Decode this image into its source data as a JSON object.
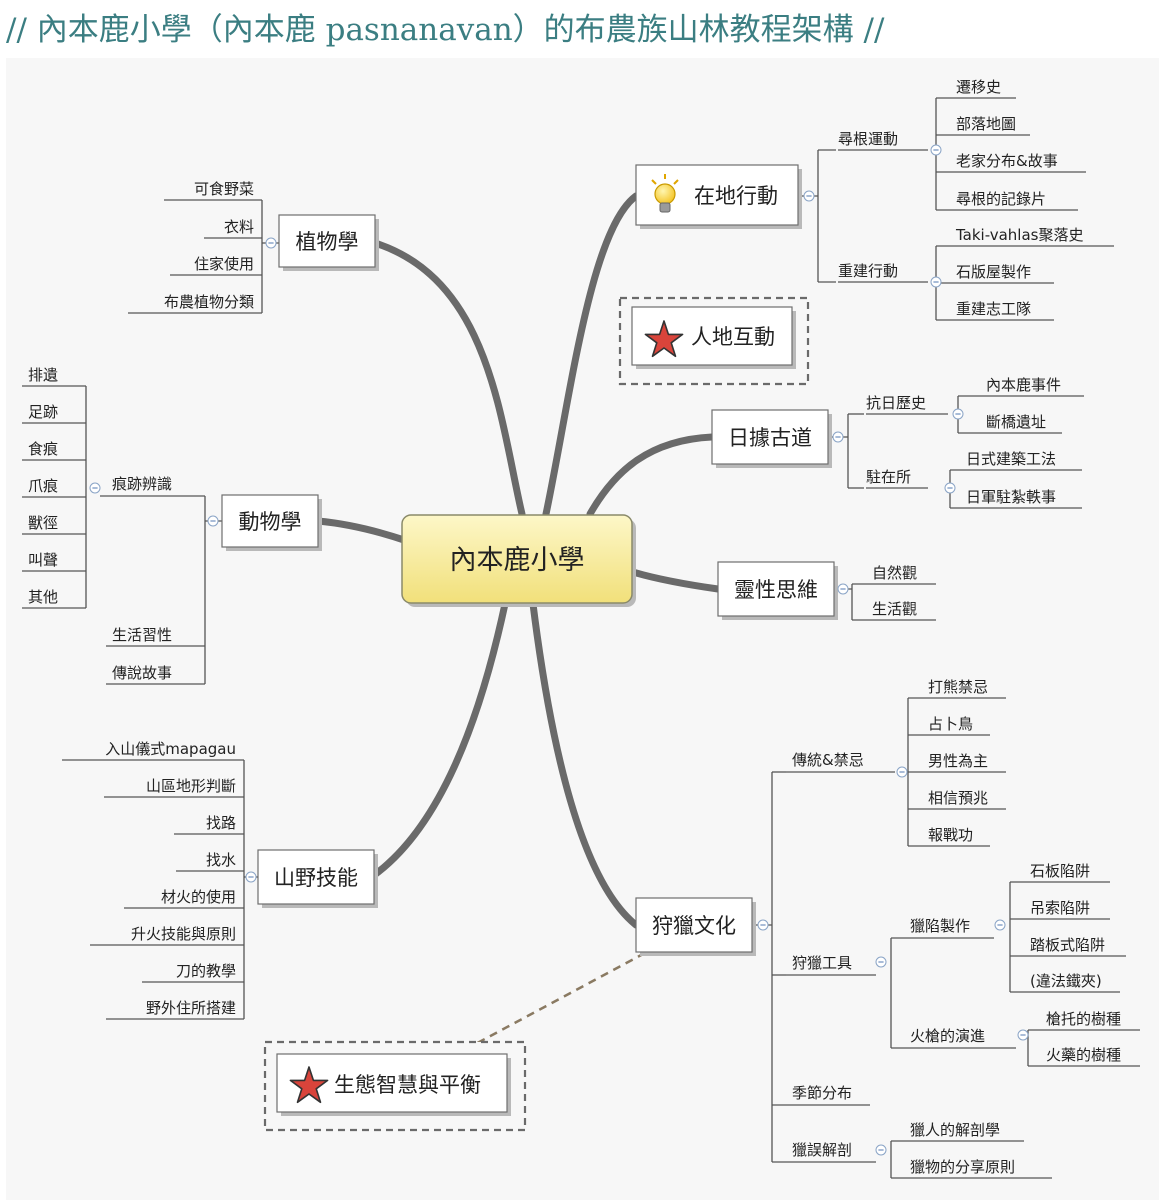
{
  "title": "// 內本鹿小學（內本鹿 pasnanavan）的布農族山林教程架構 //",
  "center": {
    "label": "內本鹿小學"
  },
  "branches": {
    "local_action": {
      "label": "在地行動",
      "icon": "lightbulb-icon",
      "groups": [
        {
          "label": "尋根運動",
          "items": [
            "遷移史",
            "部落地圖",
            "老家分布&故事",
            "尋根的記錄片"
          ]
        },
        {
          "label": "重建行動",
          "items": [
            "Taki-vahlas聚落史",
            "石版屋製作",
            "重建志工隊"
          ]
        }
      ]
    },
    "human_land": {
      "label": "人地互動",
      "icon": "star-icon"
    },
    "japanese_road": {
      "label": "日據古道",
      "groups": [
        {
          "label": "抗日歷史",
          "items": [
            "內本鹿事件",
            "斷橋遺址"
          ]
        },
        {
          "label": "駐在所",
          "items": [
            "日式建築工法",
            "日軍駐紮軼事"
          ]
        }
      ]
    },
    "spiritual": {
      "label": "靈性思維",
      "items": [
        "自然觀",
        "生活觀"
      ]
    },
    "hunting": {
      "label": "狩獵文化",
      "tradition": {
        "label": "傳統&禁忌",
        "items": [
          "打熊禁忌",
          "占卜鳥",
          "男性為主",
          "相信預兆",
          "報戰功"
        ]
      },
      "tools": {
        "label": "狩獵工具",
        "traps": {
          "label": "獵陷製作",
          "items": [
            "石板陷阱",
            "吊索陷阱",
            "踏板式陷阱",
            "(違法鐵夾)"
          ]
        },
        "guns": {
          "label": "火槍的演進",
          "items": [
            "槍托的樹種",
            "火藥的樹種"
          ]
        }
      },
      "season": {
        "label": "季節分布"
      },
      "anatomy": {
        "label": "獵誤解剖",
        "items": [
          "獵人的解剖學",
          "獵物的分享原則"
        ]
      }
    },
    "ecology": {
      "label": "生態智慧與平衡",
      "icon": "star-icon"
    },
    "wilderness": {
      "label": "山野技能",
      "items": [
        "入山儀式mapagau",
        "山區地形判斷",
        "找路",
        "找水",
        "材火的使用",
        "升火技能與原則",
        "刀的教學",
        "野外住所搭建"
      ]
    },
    "zoology": {
      "label": "動物學",
      "traces": {
        "label": "痕跡辨識",
        "items": [
          "排遺",
          "足跡",
          "食痕",
          "爪痕",
          "獸徑",
          "叫聲",
          "其他"
        ]
      },
      "items": [
        "生活習性",
        "傳說故事"
      ]
    },
    "botany": {
      "label": "植物學",
      "items": [
        "可食野菜",
        "衣料",
        "住家使用",
        "布農植物分類"
      ]
    }
  },
  "colors": {
    "title": "#3b7e82",
    "center_fill_top": "#fdf7c8",
    "center_fill_bottom": "#f1e07a",
    "star": "#d9443b"
  }
}
